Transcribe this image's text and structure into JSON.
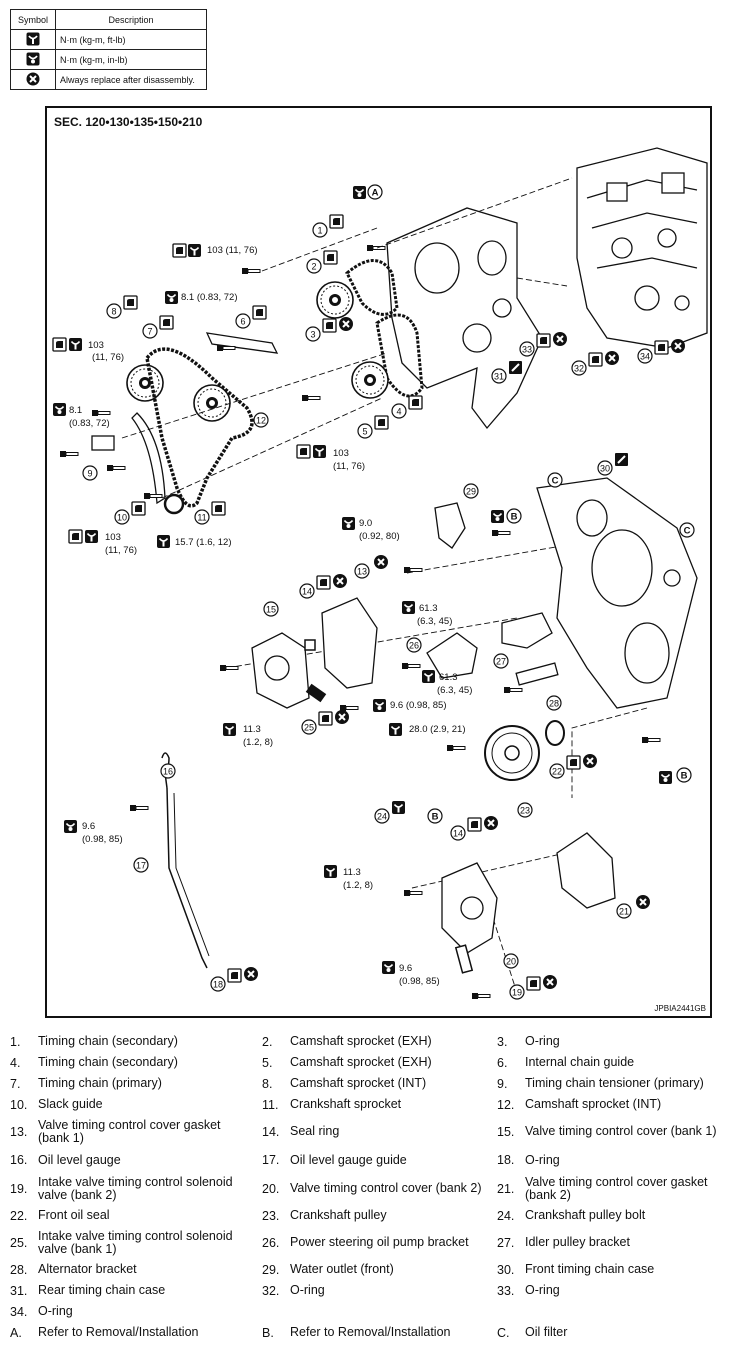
{
  "symbol_table": {
    "headers": {
      "symbol": "Symbol",
      "description": "Description"
    },
    "rows": [
      {
        "icon": "torque-wrench-icon",
        "description": "N·m (kg-m, ft-lb)"
      },
      {
        "icon": "torque-wrench-small-icon",
        "description": "N·m (kg-m, in-lb)"
      },
      {
        "icon": "replace-x-icon",
        "description": "Always replace after disassembly."
      }
    ]
  },
  "diagram": {
    "section": "SEC. 120•130•135•150•210",
    "figure_id": "JPBIA2441GB",
    "torques": [
      {
        "id": "t1",
        "value": "103 (11, 76)"
      },
      {
        "id": "t2",
        "value": "8.1 (0.83, 72)"
      },
      {
        "id": "t3a",
        "value": "103"
      },
      {
        "id": "t3b",
        "value": "(11, 76)"
      },
      {
        "id": "t4a",
        "value": "8.1"
      },
      {
        "id": "t4b",
        "value": "(0.83, 72)"
      },
      {
        "id": "t5a",
        "value": "103"
      },
      {
        "id": "t5b",
        "value": "(11, 76)"
      },
      {
        "id": "t6",
        "value": "15.7 (1.6, 12)"
      },
      {
        "id": "t7a",
        "value": "103"
      },
      {
        "id": "t7b",
        "value": "(11, 76)"
      },
      {
        "id": "t8a",
        "value": "9.0"
      },
      {
        "id": "t8b",
        "value": "(0.92, 80)"
      },
      {
        "id": "t9a",
        "value": "61.3"
      },
      {
        "id": "t9b",
        "value": "(6.3, 45)"
      },
      {
        "id": "t10a",
        "value": "61.3"
      },
      {
        "id": "t10b",
        "value": "(6.3, 45)"
      },
      {
        "id": "t11",
        "value": "9.6 (0.98, 85)"
      },
      {
        "id": "t12a",
        "value": "11.3"
      },
      {
        "id": "t12b",
        "value": "(1.2, 8)"
      },
      {
        "id": "t13",
        "value": "28.0 (2.9, 21)"
      },
      {
        "id": "t14a",
        "value": "9.6"
      },
      {
        "id": "t14b",
        "value": "(0.98, 85)"
      },
      {
        "id": "t15a",
        "value": "11.3"
      },
      {
        "id": "t15b",
        "value": "(1.2, 8)"
      },
      {
        "id": "t16a",
        "value": "9.6"
      },
      {
        "id": "t16b",
        "value": "(0.98, 85)"
      }
    ],
    "letters": [
      "A",
      "B",
      "C"
    ]
  },
  "legend": [
    [
      "1.",
      "Timing chain (secondary)",
      "2.",
      "Camshaft sprocket (EXH)",
      "3.",
      "O-ring"
    ],
    [
      "4.",
      "Timing chain (secondary)",
      "5.",
      "Camshaft sprocket (EXH)",
      "6.",
      "Internal chain guide"
    ],
    [
      "7.",
      "Timing chain (primary)",
      "8.",
      "Camshaft sprocket (INT)",
      "9.",
      "Timing chain tensioner (primary)"
    ],
    [
      "10.",
      "Slack guide",
      "11.",
      "Crankshaft sprocket",
      "12.",
      "Camshaft sprocket (INT)"
    ],
    [
      "13.",
      "Valve timing control cover gasket (bank 1)",
      "14.",
      "Seal ring",
      "15.",
      "Valve timing control cover (bank 1)"
    ],
    [
      "16.",
      "Oil level gauge",
      "17.",
      "Oil level gauge guide",
      "18.",
      "O-ring"
    ],
    [
      "19.",
      "Intake valve timing control solenoid valve (bank 2)",
      "20.",
      "Valve timing control cover (bank 2)",
      "21.",
      "Valve timing control cover gasket (bank 2)"
    ],
    [
      "22.",
      "Front oil seal",
      "23.",
      "Crankshaft pulley",
      "24.",
      "Crankshaft pulley bolt"
    ],
    [
      "25.",
      "Intake valve timing control solenoid valve (bank 1)",
      "26.",
      "Power steering oil pump bracket",
      "27.",
      "Idler pulley bracket"
    ],
    [
      "28.",
      "Alternator bracket",
      "29.",
      "Water outlet (front)",
      "30.",
      "Front timing chain case"
    ],
    [
      "31.",
      "Rear timing chain case",
      "32.",
      "O-ring",
      "33.",
      "O-ring"
    ],
    [
      "34.",
      "O-ring",
      "",
      "",
      "",
      ""
    ],
    [
      "A.",
      "Refer to Removal/Installation",
      "B.",
      "Refer to Removal/Installation",
      "C.",
      "Oil filter"
    ]
  ]
}
